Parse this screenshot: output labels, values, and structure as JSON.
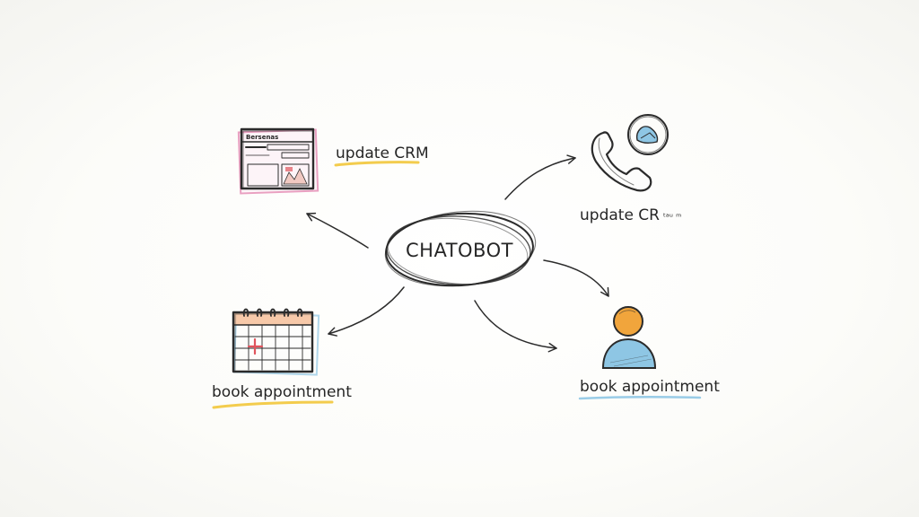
{
  "center": {
    "label": "CHATOBOT"
  },
  "nodes": {
    "browser": {
      "label": "update CRM",
      "window_title": "Bersenas",
      "icon": "browser-window-icon",
      "underline_color": "#f2c73a"
    },
    "phone": {
      "label": "update CR",
      "label_suffix": "ᵗᵃᵘ ᵐ",
      "icon": "phone-icon"
    },
    "calendar": {
      "label": "book appointment",
      "icon": "calendar-icon",
      "underline_color": "#f2c73a"
    },
    "person": {
      "label": "book appointment",
      "icon": "person-icon",
      "underline_color": "#8ec6e4"
    }
  },
  "colors": {
    "ink": "#2b2b2b",
    "accent_yellow": "#f2c73a",
    "accent_blue": "#8ec6e4",
    "accent_orange": "#f1a53c",
    "accent_pink": "#e58ab3",
    "accent_red": "#e0545c"
  }
}
